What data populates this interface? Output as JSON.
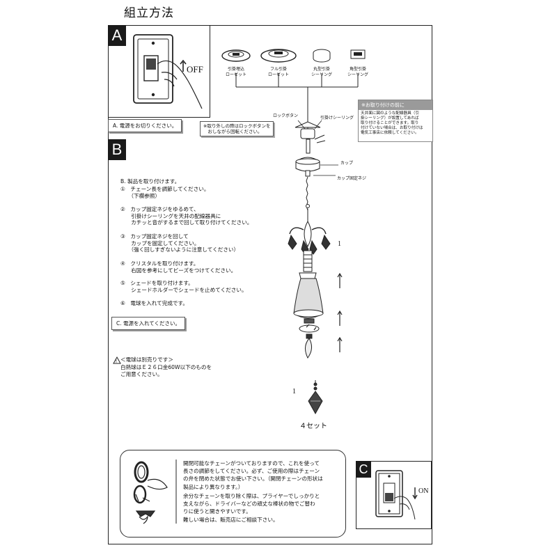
{
  "title": "組立方法",
  "section_a": {
    "letter": "A",
    "off_label": "OFF",
    "caption": "A. 電源をお切りください。"
  },
  "fixtures": [
    {
      "label": "引掛埋込\nローゼット"
    },
    {
      "label": "フル引掛\nローゼット"
    },
    {
      "label": "丸型引掛\nシーリング"
    },
    {
      "label": "角型引掛\nシーリング"
    }
  ],
  "removal_note": "※取り外しの際はロックボタンを\n　おしながら回転ください。",
  "warning_box": {
    "title": "※お取り付けの前に",
    "body": "天井面に図のような配線器具（引\n掛シーリング）が設置してあれば\n取り付けることができます。取り\n付けていない場合は、お取り付けは\n電気工事店に依頼してください。"
  },
  "parts": {
    "lock_button": "ロックボタン",
    "ceiling": "引掛けシーリング",
    "cup": "カップ",
    "cup_screw": "カップ固定ネジ",
    "marker_1": "1",
    "marker_1b": "1",
    "set_count": "４セット"
  },
  "section_b": {
    "letter": "B",
    "heading": "B. 製品を取り付けます。",
    "steps": [
      "①　チェーン長を調節してください。\n　　（下欄参照）",
      "②　カップ固定ネジをゆるめて、\n　　引掛けシーリングを天井の配線器具に\n　　カチッと音がするまで回して取り付けてください。",
      "③　カップ固定ネジを回して\n　　カップを固定してください。\n　　（強く回しすぎないように注意してください）",
      "④　クリスタルを取り付けます。\n　　右図を参考にしてビーズをつけてください。",
      "⑤　シェードを取り付けます。\n　　シェードホルダーでシェードを止めてください。",
      "⑥　電球を入れて完成です。"
    ],
    "caption_c": "C. 電源を入れてください。",
    "bulb_note": "＜電球は別売りです＞\n白熱球はＥ２６口金60W以下のものを\nご用意ください。"
  },
  "chain_note": {
    "para1": "開閉可能なチェーンがついておりますので、これを使って\n長さの調節をしてください。必ず、ご使用の際はチェーン\nの弁を閉めた状態でお使い下さい。（開閉チェーンの形状は\n製品により異なります。）",
    "para2": "余分なチェーンを取り除く際は、プライヤーでしっかりと\n支えながら、ドライバーなどの頑丈な棒状の物でご替わ\nりに使うと開きやすいです。\n難しい場合は、販売店にご相談下さい。"
  },
  "section_c": {
    "letter": "C",
    "on_label": "ON"
  }
}
